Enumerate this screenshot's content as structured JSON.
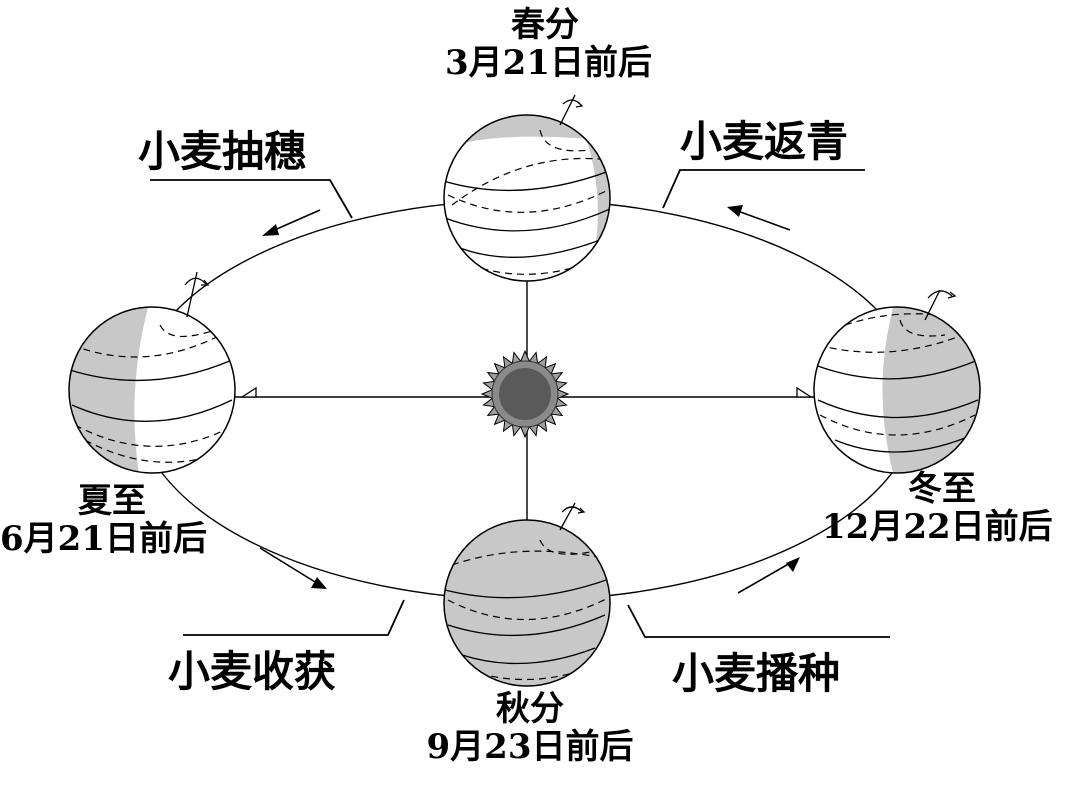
{
  "seasons": {
    "spring": {
      "name": "春分",
      "date": "3月21日前后"
    },
    "summer": {
      "name": "夏至",
      "date": "6月21日前后"
    },
    "autumn": {
      "name": "秋分",
      "date": "9月23日前后"
    },
    "winter": {
      "name": "冬至",
      "date": "12月22日前后"
    }
  },
  "wheat_stages": {
    "heading": "小麦抽穗",
    "regreening": "小麦返青",
    "harvest": "小麦收获",
    "sowing": "小麦播种"
  },
  "colors": {
    "line": "#000000",
    "night_shade": "#c8c8c8",
    "sun_core": "#5a5a5a",
    "sun_rays": "#a0a0a0"
  }
}
